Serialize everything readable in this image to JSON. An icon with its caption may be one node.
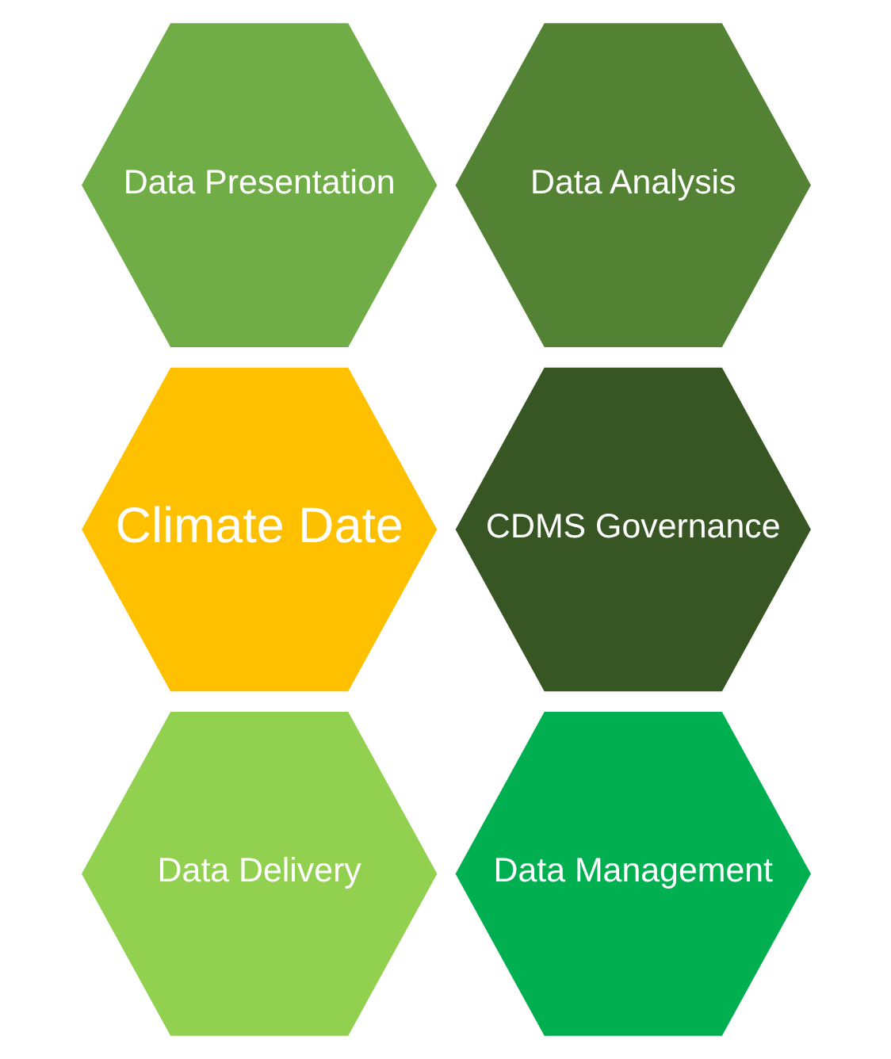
{
  "diagram": {
    "nodes": [
      {
        "text": [
          "Data Presentation"
        ]
      },
      {
        "text": [
          "Data Analysis"
        ]
      },
      {
        "text": [
          "Climate Date"
        ]
      },
      {
        "text": [
          "CDMS Governance"
        ]
      },
      {
        "text": [
          "Data Delivery"
        ]
      },
      {
        "text": [
          "Data Management"
        ]
      }
    ]
  }
}
